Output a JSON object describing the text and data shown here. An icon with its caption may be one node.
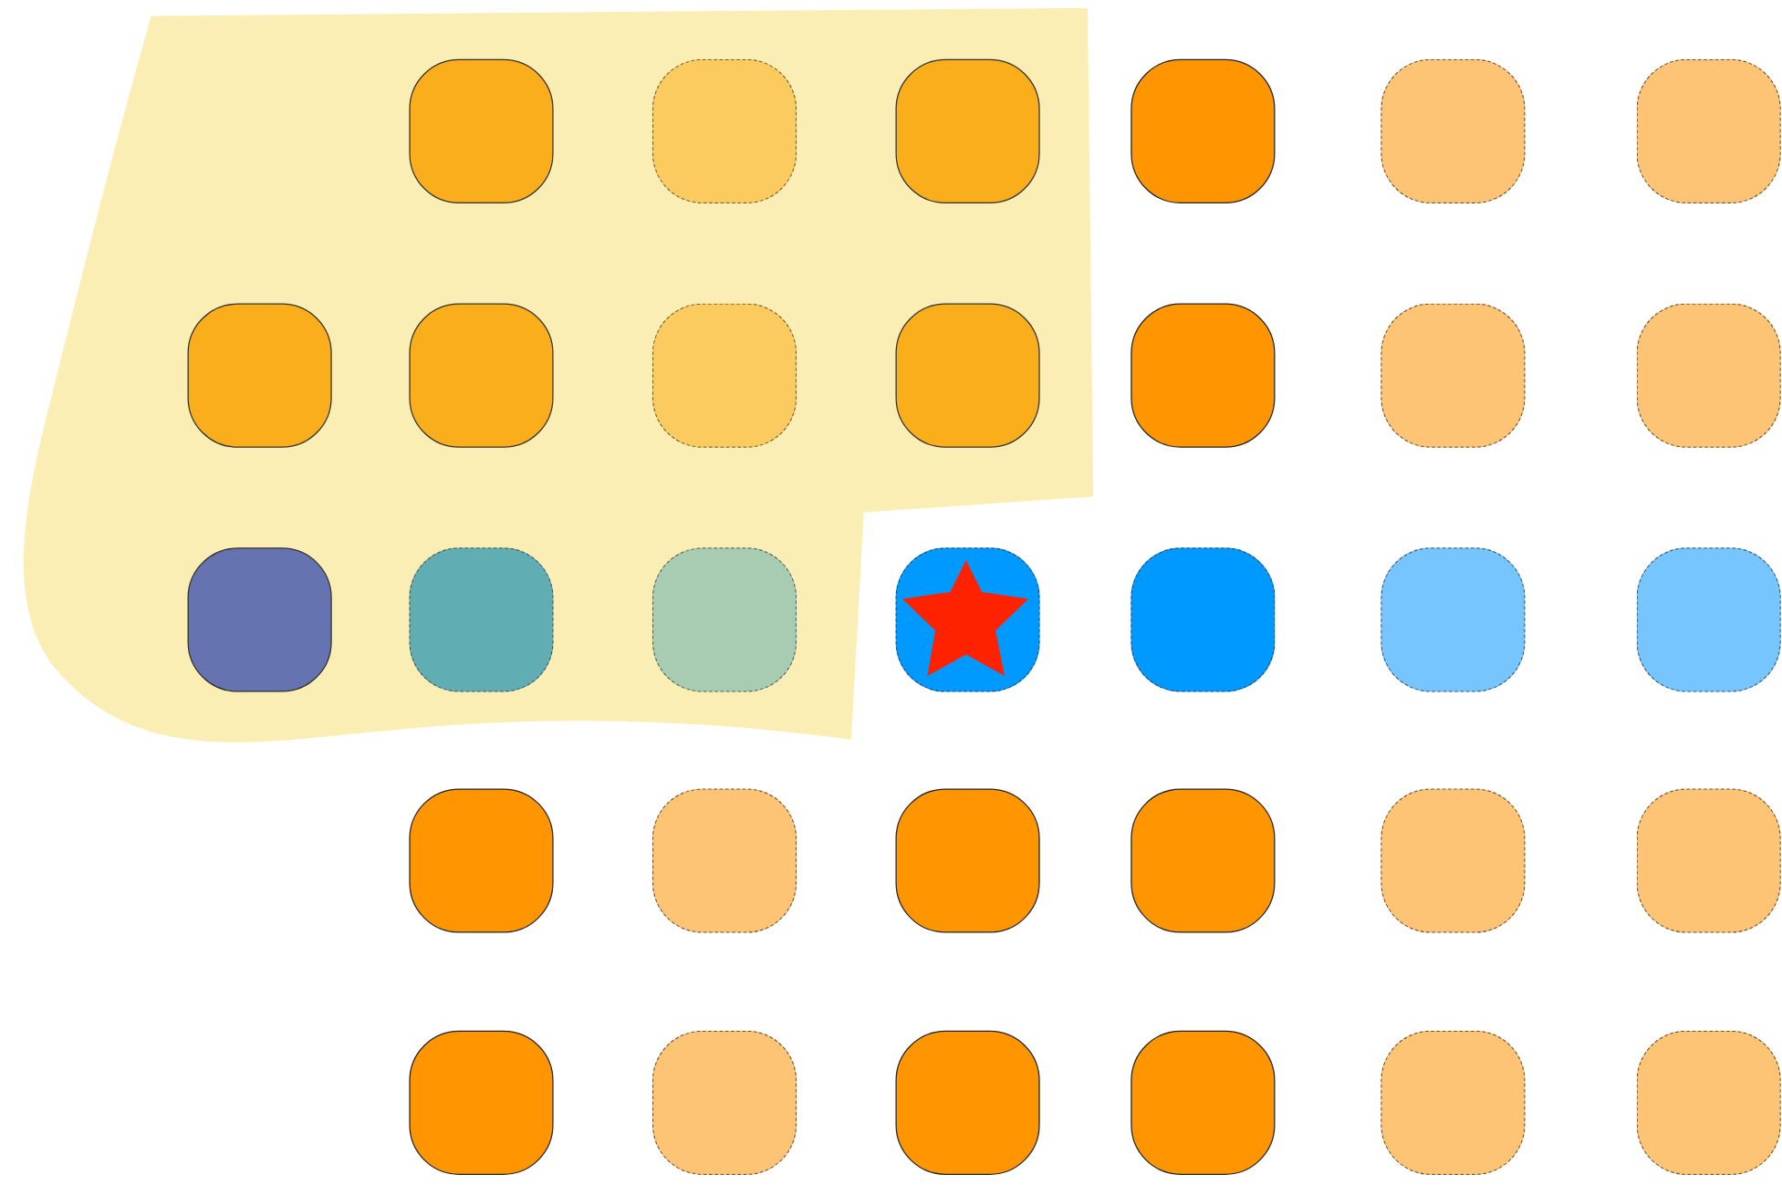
{
  "diagram": {
    "nodes": [
      {
        "text": [],
        "shape": "area"
      },
      {
        "text": [],
        "shape": "box",
        "in": 0
      },
      {
        "text": [],
        "shape": "box",
        "in": 0
      },
      {
        "text": [],
        "shape": "box",
        "in": 0
      },
      {
        "text": [],
        "shape": "box"
      },
      {
        "text": [],
        "shape": "box"
      },
      {
        "text": [],
        "shape": "box"
      },
      {
        "text": [],
        "shape": "box",
        "in": 0
      },
      {
        "text": [],
        "shape": "box",
        "in": 0
      },
      {
        "text": [],
        "shape": "box",
        "in": 0
      },
      {
        "text": [],
        "shape": "box",
        "in": 0
      },
      {
        "text": [],
        "shape": "box"
      },
      {
        "text": [],
        "shape": "box"
      },
      {
        "text": [],
        "shape": "box"
      },
      {
        "text": [],
        "shape": "box",
        "in": 0
      },
      {
        "text": [],
        "shape": "box",
        "in": 0
      },
      {
        "text": [],
        "shape": "box",
        "in": 0
      },
      {
        "text": [],
        "shape": "box"
      },
      {
        "text": [],
        "shape": "box"
      },
      {
        "text": [],
        "shape": "box"
      },
      {
        "text": [],
        "shape": "box"
      },
      {
        "text": [],
        "shape": "box"
      },
      {
        "text": [],
        "shape": "box"
      },
      {
        "text": [],
        "shape": "box"
      },
      {
        "text": [],
        "shape": "box"
      },
      {
        "text": [],
        "shape": "box"
      },
      {
        "text": [],
        "shape": "box"
      },
      {
        "text": [],
        "shape": "box"
      },
      {
        "text": [],
        "shape": "box"
      },
      {
        "text": [],
        "shape": "box"
      },
      {
        "text": [],
        "shape": "box"
      },
      {
        "text": [],
        "shape": "box"
      },
      {
        "text": [],
        "shape": "box"
      }
    ]
  }
}
